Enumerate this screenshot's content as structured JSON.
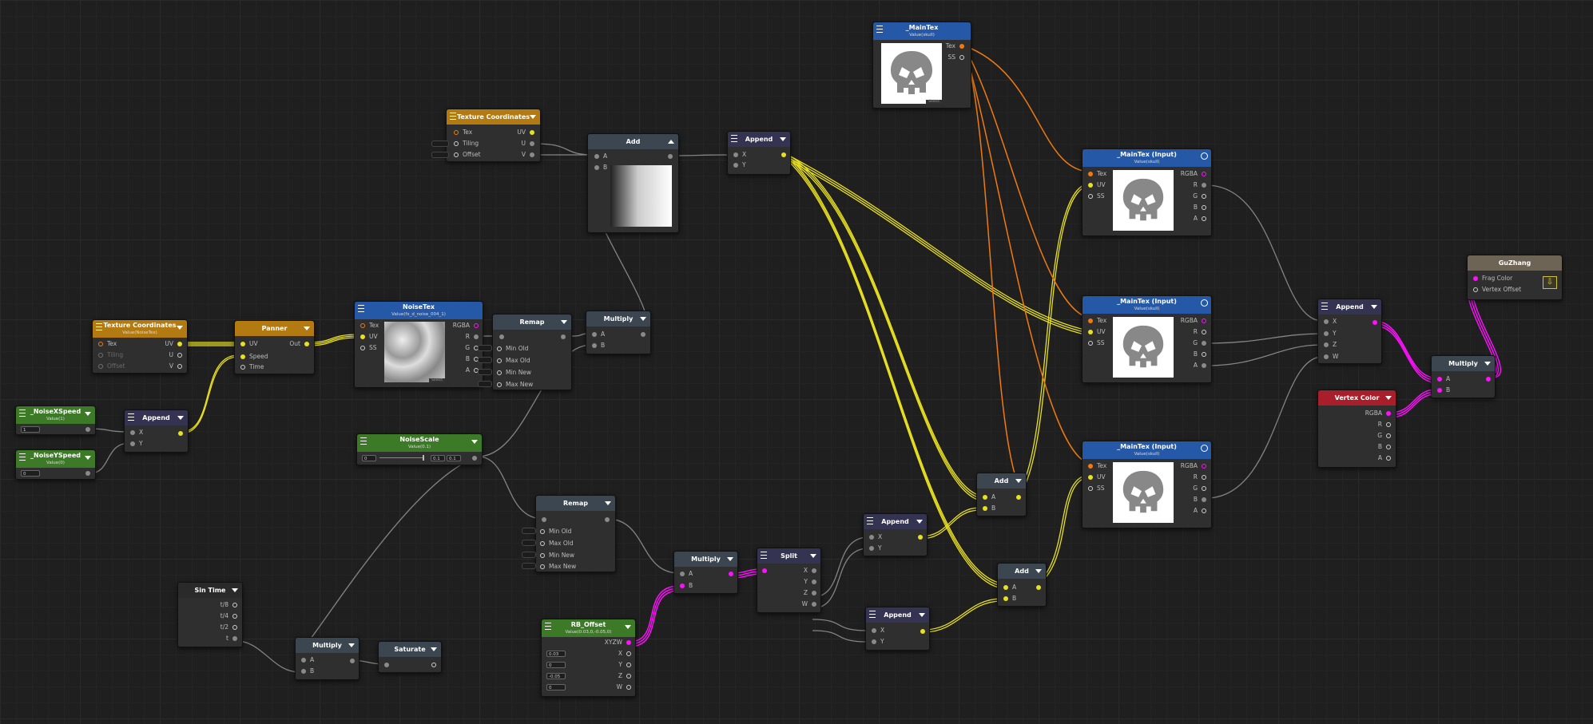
{
  "nodes": {
    "maintex_prop": {
      "title": "_MainTex",
      "subtitle": "Value(skull)",
      "out1": "Tex",
      "out2": "SS",
      "select": "Select"
    },
    "texcoord_top": {
      "title": "Texture Coordinates",
      "in1": "Tex",
      "in2": "Tiling",
      "in3": "Offset",
      "out1": "UV",
      "out2": "U",
      "out3": "V"
    },
    "add_top": {
      "title": "Add",
      "in1": "A",
      "in2": "B"
    },
    "append_top": {
      "title": "Append",
      "in1": "X",
      "in2": "Y"
    },
    "maintex_in1": {
      "title": "_MainTex (Input)",
      "subtitle": "Value(skull)",
      "in1": "Tex",
      "in2": "UV",
      "in3": "SS",
      "out1": "RGBA",
      "out2": "R",
      "out3": "G",
      "out4": "B",
      "out5": "A"
    },
    "maintex_in2": {
      "title": "_MainTex (Input)",
      "subtitle": "Value(skull)",
      "in1": "Tex",
      "in2": "UV",
      "in3": "SS",
      "out1": "RGBA",
      "out2": "R",
      "out3": "G",
      "out4": "B",
      "out5": "A"
    },
    "maintex_in3": {
      "title": "_MainTex (Input)",
      "subtitle": "Value(skull)",
      "in1": "Tex",
      "in2": "UV",
      "in3": "SS",
      "out1": "RGBA",
      "out2": "R",
      "out3": "G",
      "out4": "B",
      "out5": "A"
    },
    "guzhang": {
      "title": "GuZhang",
      "in1": "Frag Color",
      "in2": "Vertex Offset"
    },
    "texcoord_left": {
      "title": "Texture Coordinates",
      "subtitle": "Value(NoiseTex)",
      "in1": "Tex",
      "in2": "Tiling",
      "in3": "Offset",
      "out1": "UV",
      "out2": "U",
      "out3": "V"
    },
    "panner": {
      "title": "Panner",
      "in1": "UV",
      "in2": "Speed",
      "in3": "Time",
      "out1": "Out"
    },
    "noisetex": {
      "title": "NoiseTex",
      "subtitle": "Value(fx_d_noise_004_1)",
      "in1": "Tex",
      "in2": "UV",
      "in3": "SS",
      "out1": "RGBA",
      "out2": "R",
      "out3": "G",
      "out4": "B",
      "out5": "A",
      "select": "Select"
    },
    "remap_top": {
      "title": "Remap",
      "in2": "Min Old",
      "in3": "Max Old",
      "in4": "Min New",
      "in5": "Max New"
    },
    "multiply_top": {
      "title": "Multiply",
      "in1": "A",
      "in2": "B"
    },
    "noisexspeed": {
      "title": "_NoiseXSpeed",
      "subtitle": "Value(1)",
      "value": "1"
    },
    "noiseyspeed": {
      "title": "_NoiseYSpeed",
      "subtitle": "Value(0)",
      "value": "0"
    },
    "append_left": {
      "title": "Append",
      "in1": "X",
      "in2": "Y"
    },
    "noisescale": {
      "title": "NoiseScale",
      "subtitle": "Value(0.1)",
      "min": "0",
      "val": "0.1",
      "max": "0.1"
    },
    "remap_mid": {
      "title": "Remap",
      "in2": "Min Old",
      "in3": "Max Old",
      "in4": "Min New",
      "in5": "Max New"
    },
    "multiply_mid": {
      "title": "Multiply",
      "in1": "A",
      "in2": "B"
    },
    "split": {
      "title": "Split",
      "out1": "X",
      "out2": "Y",
      "out3": "Z",
      "out4": "W"
    },
    "append_m1": {
      "title": "Append",
      "in1": "X",
      "in2": "Y"
    },
    "append_m2": {
      "title": "Append",
      "in1": "X",
      "in2": "Y"
    },
    "add_m1": {
      "title": "Add",
      "in1": "A",
      "in2": "B"
    },
    "add_m2": {
      "title": "Add",
      "in1": "A",
      "in2": "B"
    },
    "append_right": {
      "title": "Append",
      "in1": "X",
      "in2": "Y",
      "in3": "Z",
      "in4": "W"
    },
    "multiply_right": {
      "title": "Multiply",
      "in1": "A",
      "in2": "B"
    },
    "vertexcolor": {
      "title": "Vertex Color",
      "out1": "RGBA",
      "out2": "R",
      "out3": "G",
      "out4": "B",
      "out5": "A"
    },
    "sintime": {
      "title": "Sin Time",
      "out1": "t/8",
      "out2": "t/4",
      "out3": "t/2",
      "out4": "t"
    },
    "multiply_bot": {
      "title": "Multiply",
      "in1": "A",
      "in2": "B"
    },
    "saturate": {
      "title": "Saturate"
    },
    "rboffset": {
      "title": "RB_Offset",
      "subtitle": "Value(0.03,0,-0.05,0)",
      "out1": "XYZW",
      "out2": "X",
      "out3": "Y",
      "out4": "Z",
      "out5": "W",
      "v1": "0.03",
      "v2": "0",
      "v3": "-0.05",
      "v4": "0"
    }
  },
  "colors": {
    "yellow_wire": "#e8e020",
    "orange_wire": "#f07a10",
    "magenta_wire": "#ff10ff",
    "gray_wire": "#8f8f8f"
  }
}
